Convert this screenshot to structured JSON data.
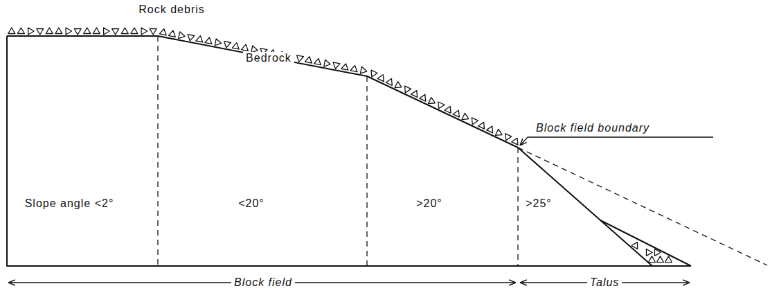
{
  "diagram": {
    "labels": [
      "Rock debris",
      "Bedrock",
      "Slope angle <2°",
      "<20°",
      ">20°",
      ">25°",
      "Block field boundary",
      "Block field",
      "Talus"
    ]
  }
}
